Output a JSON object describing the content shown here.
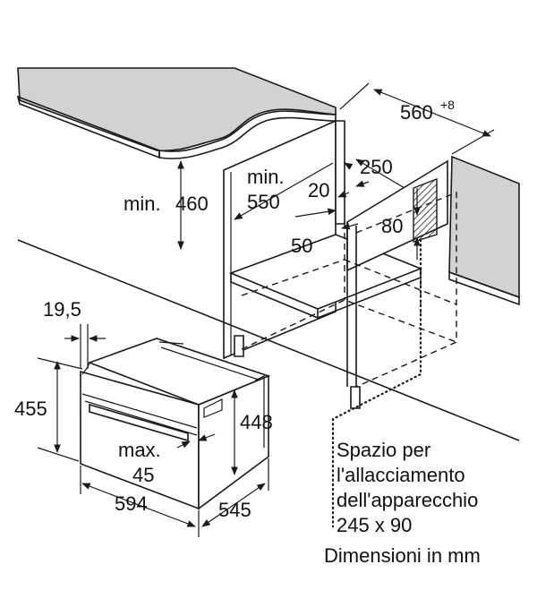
{
  "dimensions": {
    "width_cavity": "560",
    "width_cavity_tolerance": "+8",
    "depth_top": "250",
    "min_height_label_a": "min.",
    "min_height_value_a": "460",
    "min_depth_label": "min.",
    "min_depth_value": "550",
    "gap_20": "20",
    "gap_50": "50",
    "vent_80": "80",
    "oven_19_5": "19,5",
    "oven_height_455": "455",
    "oven_height_448": "448",
    "handle_max_label": "max.",
    "handle_max_value": "45",
    "oven_width_594": "594",
    "oven_depth_545": "545"
  },
  "notes": {
    "connection_line1": "Spazio per",
    "connection_line2": "l'allacciamento",
    "connection_line3": "dell'apparecchio",
    "connection_line4": "245 x 90",
    "units": "Dimensioni in mm"
  },
  "colors": {
    "panel": "#d2d2d2",
    "line": "#1a1a1a"
  }
}
